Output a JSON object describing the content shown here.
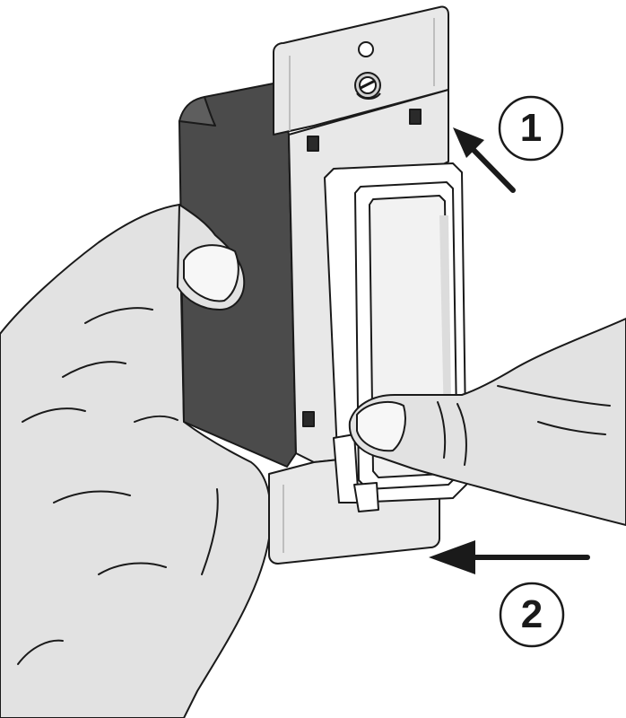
{
  "steps": [
    {
      "number": "1",
      "arrow_direction": "up-left"
    },
    {
      "number": "2",
      "arrow_direction": "left"
    }
  ],
  "colors": {
    "outline": "#1a1a1a",
    "skin": "#e2e2e2",
    "box_dark": "#4b4b4b",
    "box_side": "#5e5e5e",
    "strap": "#e8e8e8",
    "device": "#ffffff",
    "paddle": "#f2f2f2"
  }
}
